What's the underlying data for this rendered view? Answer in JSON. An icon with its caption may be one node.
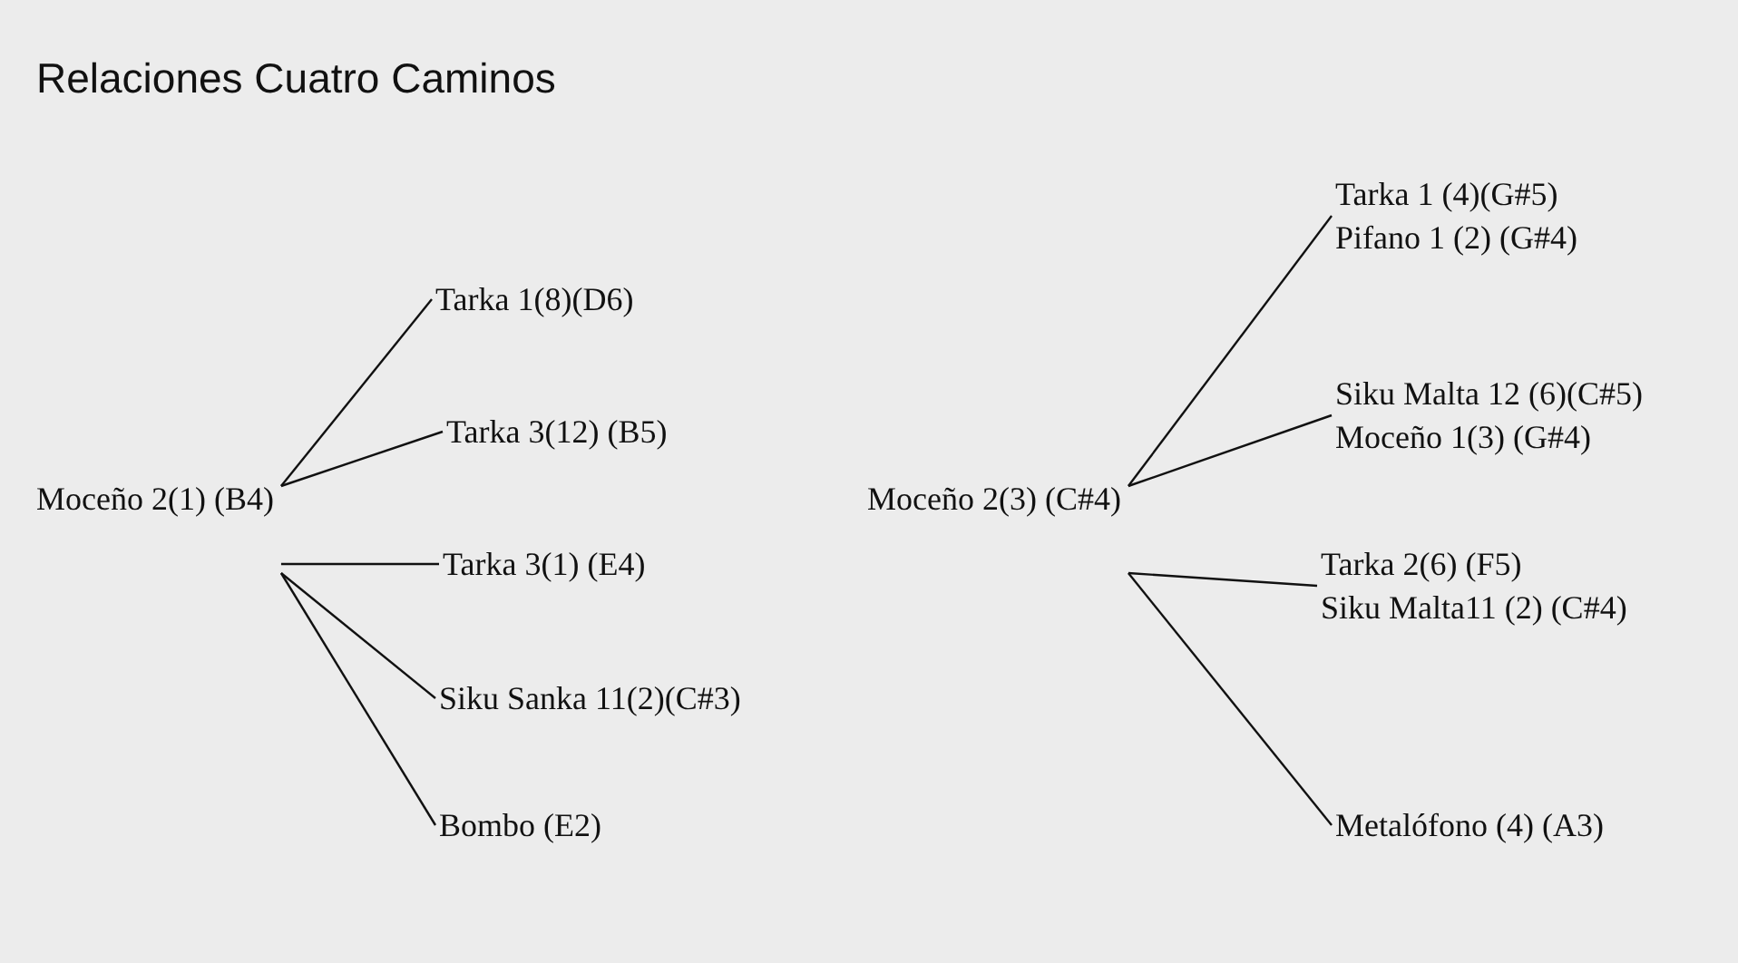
{
  "diagram": {
    "title": "Relaciones Cuatro Caminos",
    "nodes": [
      {
        "text": [
          "Moceño 2(1) (B4)"
        ]
      },
      {
        "text": [
          "Tarka 1(8)(D6)"
        ]
      },
      {
        "text": [
          "Tarka 3(12) (B5)"
        ]
      },
      {
        "text": [
          "Tarka 3(1) (E4)"
        ]
      },
      {
        "text": [
          "Siku Sanka 11(2)(C#3)"
        ]
      },
      {
        "text": [
          "Bombo (E2)"
        ]
      },
      {
        "text": [
          "Moceño 2(3) (C#4)"
        ]
      },
      {
        "text": [
          "Tarka 1 (4)(G#5)",
          "Pifano 1 (2) (G#4)"
        ]
      },
      {
        "text": [
          "Siku Malta 12 (6)(C#5)",
          "Moceño 1(3) (G#4)"
        ]
      },
      {
        "text": [
          "Tarka 2(6) (F5)",
          "Siku Malta11 (2) (C#4)"
        ]
      },
      {
        "text": [
          "Metalófono (4) (A3)"
        ]
      }
    ],
    "edges": [
      {
        "from": 0,
        "to": 1,
        "arrow": "none"
      },
      {
        "from": 0,
        "to": 2,
        "arrow": "none"
      },
      {
        "from": 0,
        "to": 3,
        "arrow": "none"
      },
      {
        "from": 0,
        "to": 4,
        "arrow": "none"
      },
      {
        "from": 0,
        "to": 5,
        "arrow": "none"
      },
      {
        "from": 6,
        "to": 7,
        "arrow": "none"
      },
      {
        "from": 6,
        "to": 8,
        "arrow": "none"
      },
      {
        "from": 6,
        "to": 9,
        "arrow": "none"
      },
      {
        "from": 6,
        "to": 10,
        "arrow": "none"
      }
    ]
  }
}
